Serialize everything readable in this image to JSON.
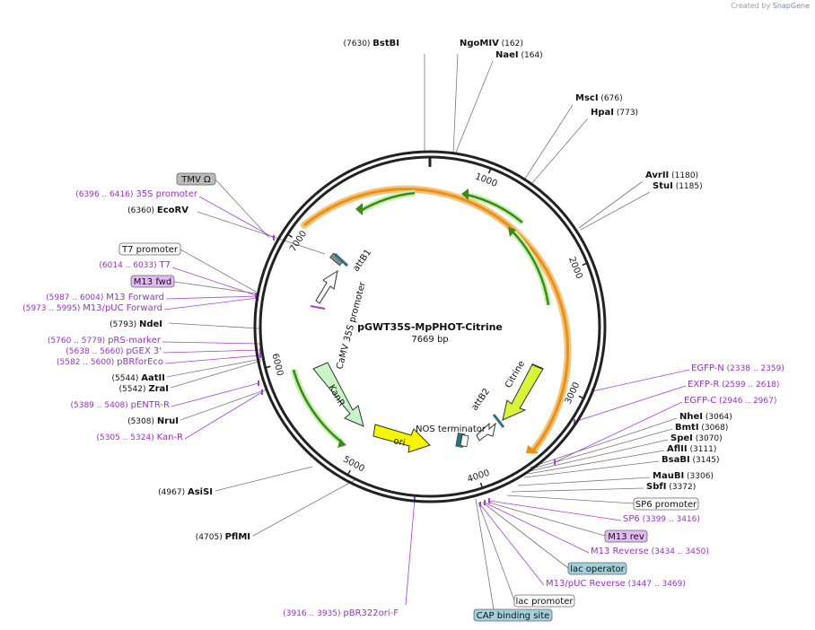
{
  "watermark": {
    "prefix": "Created by",
    "brand": "SnapGene"
  },
  "plasmid": {
    "name": "pGWT35S-MpPHOT-Citrine",
    "size_label": "7669 bp",
    "length": 7669
  },
  "colors": {
    "enzyme": "#111111",
    "feature_label": "#9b30c8",
    "leader": "#777777",
    "feature_leader": "#a53fd6",
    "backbone": "#222222",
    "orange_feature": "#f0a030",
    "green_arrow": "#3a8a1a",
    "promoter": "#ffffff",
    "kanr": "#c8f5c8",
    "ori": "#f5f500",
    "citrine": "#d8f53a",
    "box_gray": "#bbbbbb",
    "box_purple": "#e2b8f5",
    "box_blue": "#9fd0dc"
  },
  "ticks": [
    "1000",
    "2000",
    "3000",
    "4000",
    "5000",
    "6000",
    "7000"
  ],
  "inner_features": {
    "camv35s": "CaMV 35S promoter",
    "kanr": "KanR",
    "ori": "ori",
    "attb1": "attB1",
    "attb2": "attB2",
    "citrine": "Citrine",
    "nos": "NOS terminator"
  },
  "enzymes": [
    {
      "name": "BstBI",
      "pos": "(7630)"
    },
    {
      "name": "NgoMIV",
      "pos": "(162)"
    },
    {
      "name": "NaeI",
      "pos": "(164)"
    },
    {
      "name": "MscI",
      "pos": "(676)"
    },
    {
      "name": "HpaI",
      "pos": "(773)"
    },
    {
      "name": "AvrII",
      "pos": "(1180)"
    },
    {
      "name": "StuI",
      "pos": "(1185)"
    },
    {
      "name": "NheI",
      "pos": "(3064)"
    },
    {
      "name": "BmtI",
      "pos": "(3068)"
    },
    {
      "name": "SpeI",
      "pos": "(3070)"
    },
    {
      "name": "AflII",
      "pos": "(3111)"
    },
    {
      "name": "BsaBI",
      "pos": "(3145)"
    },
    {
      "name": "MauBI",
      "pos": "(3306)"
    },
    {
      "name": "SbfI",
      "pos": "(3372)"
    },
    {
      "name": "EcoRV",
      "pos": "(6360)"
    },
    {
      "name": "NdeI",
      "pos": "(5793)"
    },
    {
      "name": "AatII",
      "pos": "(5544)"
    },
    {
      "name": "ZraI",
      "pos": "(5542)"
    },
    {
      "name": "NruI",
      "pos": "(5308)"
    },
    {
      "name": "AsiSI",
      "pos": "(4967)"
    },
    {
      "name": "PflMI",
      "pos": "(4705)"
    }
  ],
  "primers": [
    {
      "name": "35S promoter",
      "pos": "(6396 .. 6416)"
    },
    {
      "name": "T7",
      "pos": "(6014 .. 6033)"
    },
    {
      "name": "M13 Forward",
      "pos": "(5987 .. 6004)"
    },
    {
      "name": "M13/pUC Forward",
      "pos": "(5973 .. 5995)"
    },
    {
      "name": "pRS-marker",
      "pos": "(5760 .. 5779)"
    },
    {
      "name": "pGEX 3'",
      "pos": "(5638 .. 5660)"
    },
    {
      "name": "pBRforEco",
      "pos": "(5582 .. 5600)"
    },
    {
      "name": "pENTR-R",
      "pos": "(5389 .. 5408)"
    },
    {
      "name": "Kan-R",
      "pos": "(5305 .. 5324)"
    },
    {
      "name": "EGFP-N",
      "pos": "(2338 .. 2359)"
    },
    {
      "name": "EXFP-R",
      "pos": "(2599 .. 2618)"
    },
    {
      "name": "EGFP-C",
      "pos": "(2946 .. 2967)"
    },
    {
      "name": "SP6",
      "pos": "(3399 .. 3416)"
    },
    {
      "name": "M13 Reverse",
      "pos": "(3434 .. 3450)"
    },
    {
      "name": "M13/pUC Reverse",
      "pos": "(3447 .. 3469)"
    },
    {
      "name": "pBR322ori-F",
      "pos": "(3916 .. 3935)"
    }
  ],
  "boxes": [
    {
      "name": "TMV Ω"
    },
    {
      "name": "T7 promoter"
    },
    {
      "name": "M13 fwd"
    },
    {
      "name": "SP6 promoter"
    },
    {
      "name": "M13 rev"
    },
    {
      "name": "lac operator"
    },
    {
      "name": "lac promoter"
    },
    {
      "name": "CAP binding site"
    }
  ]
}
